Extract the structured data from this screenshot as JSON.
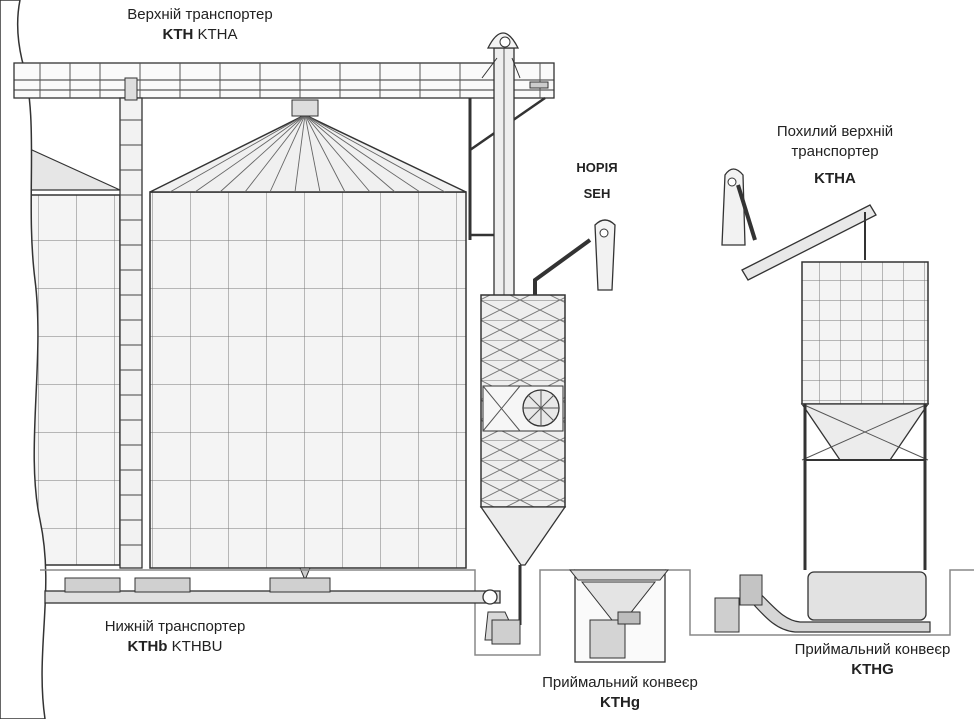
{
  "labels": {
    "upper_conveyor": {
      "title": "Верхній транспортер",
      "code_bold": "KTH",
      "code_rest": " KTHA"
    },
    "noria": {
      "title": "НОРІЯ",
      "code_bold": "SEH"
    },
    "inclined_upper": {
      "title_line1": "Похилий верхній",
      "title_line2": "транспортер",
      "code_bold": "KTHA"
    },
    "lower_conveyor": {
      "title": "Нижній транспортер",
      "code_bold": "KTHb",
      "code_rest": " KTHBU"
    },
    "receiving_small": {
      "title": "Приймальний конвеєр",
      "code_bold": "KTHg"
    },
    "receiving_large": {
      "title": "Приймальний конвеєр",
      "code_bold": "KTHG"
    }
  },
  "colors": {
    "line": "#333333",
    "fill_light": "#f2f2f2",
    "fill_mid": "#e2e2e2",
    "fill_dark": "#bdbdbd"
  }
}
